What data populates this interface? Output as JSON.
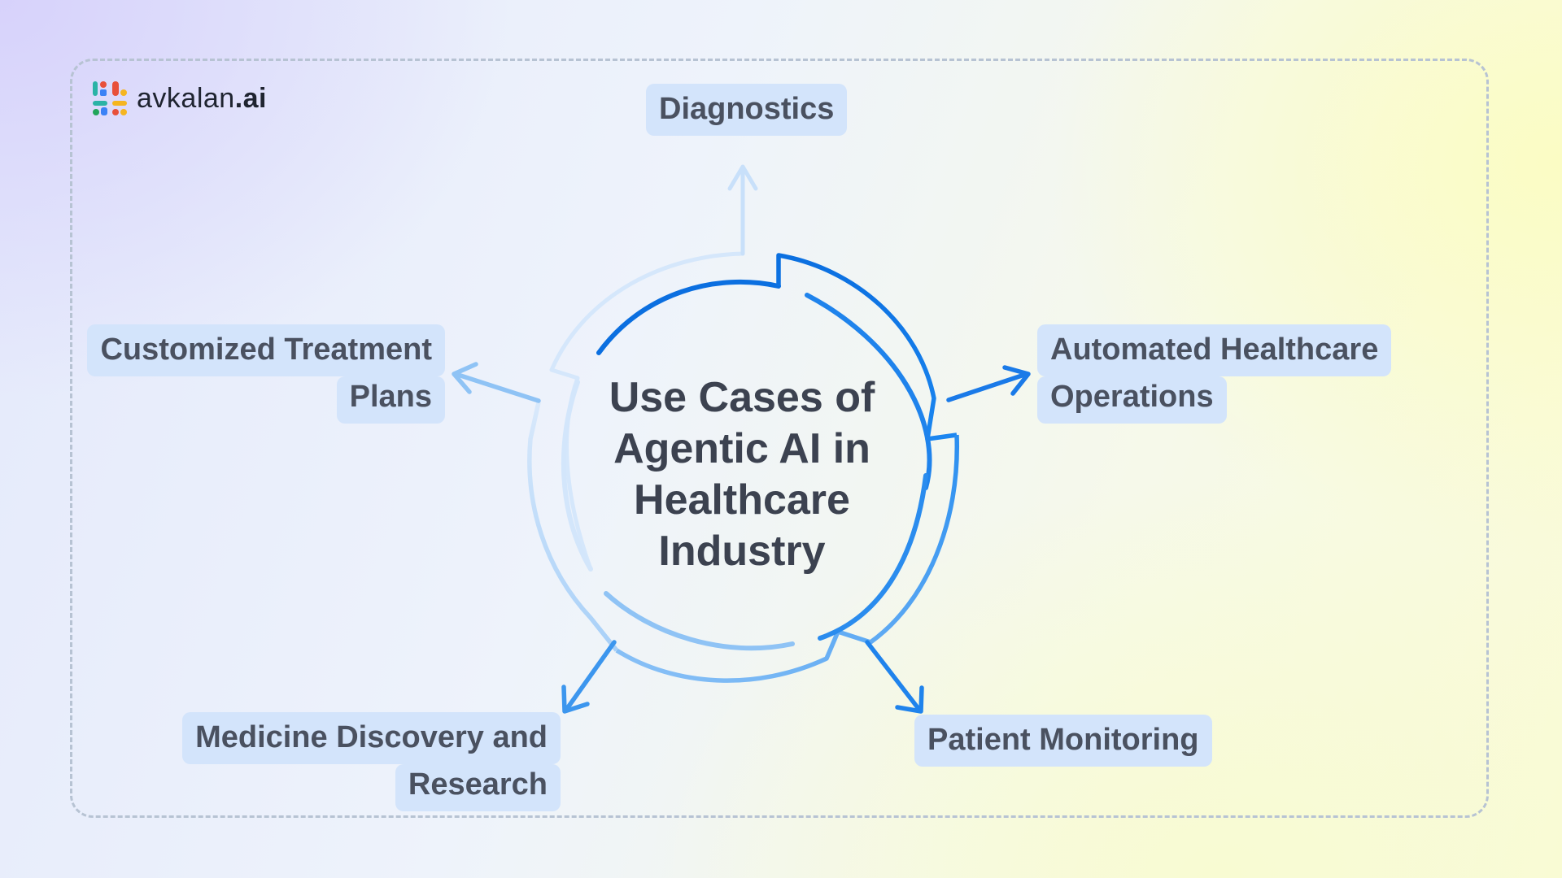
{
  "brand": {
    "name_prefix": "avkalan",
    "name_suffix": ".ai"
  },
  "center": {
    "title": "Use Cases of Agentic AI in Healthcare Industry"
  },
  "use_cases": {
    "diagnostics": "Diagnostics",
    "automated_line1": "Automated Healthcare",
    "automated_line2": "Operations",
    "patient_monitoring": "Patient Monitoring",
    "medicine_line1": "Medicine Discovery and",
    "medicine_line2": "Research",
    "customized_line1": "Customized Treatment",
    "customized_line2": "Plans"
  },
  "colors": {
    "pill_bg": "#d3e4fb",
    "arrow_dark": "#0b6fe0",
    "arrow_mid": "#4ea0f2",
    "arrow_light": "#b7d7f8",
    "text": "#4a5160"
  }
}
